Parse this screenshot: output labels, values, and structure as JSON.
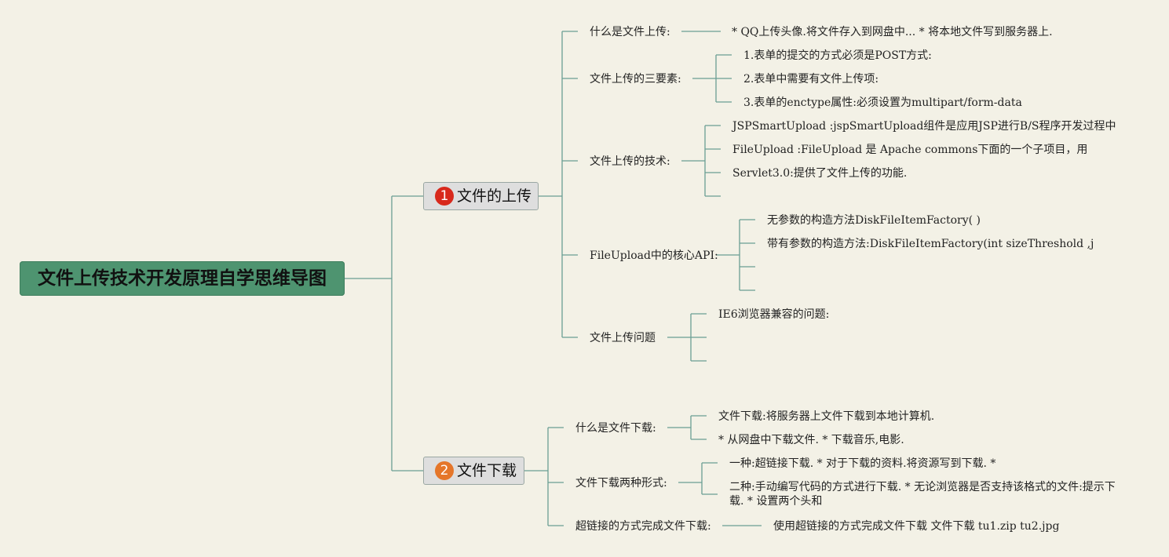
{
  "root": {
    "title": "文件上传技术开发原理自学思维导图"
  },
  "colors": {
    "root_bg": "#4e9470",
    "line": "#6a9e94",
    "badge1": "#d8291c",
    "badge2": "#e5762a",
    "background": "#f3f1e6"
  },
  "branch1": {
    "badge": "1",
    "title": "文件的上传",
    "topics": [
      {
        "label": "什么是文件上传:",
        "children": [
          "* QQ上传头像.将文件存入到网盘中... * 将本地文件写到服务器上."
        ]
      },
      {
        "label": "文件上传的三要素:",
        "children": [
          "1.表单的提交的方式必须是POST方式:",
          "2.表单中需要有文件上传项:",
          "3.表单的enctype属性:必须设置为multipart/form-data"
        ]
      },
      {
        "label": "文件上传的技术:",
        "children": [
          "JSPSmartUpload :jspSmartUpload组件是应用JSP进行B/S程序开发过程中",
          "FileUpload :FileUpload 是 Apache commons下面的一个子项目，用",
          "Servlet3.0:提供了文件上传的功能.",
          ""
        ]
      },
      {
        "label": "FileUpload中的核心API:",
        "children": [
          "无参数的构造方法DiskFileItemFactory( )",
          "带有参数的构造方法:DiskFileItemFactory(int sizeThreshold ,j",
          "",
          ""
        ]
      },
      {
        "label": "文件上传问题",
        "children": [
          "IE6浏览器兼容的问题:",
          "",
          ""
        ]
      }
    ]
  },
  "branch2": {
    "badge": "2",
    "title": "文件下载",
    "topics": [
      {
        "label": "什么是文件下载:",
        "children": [
          "文件下载:将服务器上文件下载到本地计算机.",
          "* 从网盘中下载文件. * 下载音乐,电影."
        ]
      },
      {
        "label": "文件下载两种形式:",
        "children": [
          "一种:超链接下载. * 对于下载的资料.将资源写到下载. *",
          "二种:手动编写代码的方式进行下载. * 无论浏览器是否支持该格式的文件:提示下载. * 设置两个头和"
        ]
      },
      {
        "label": "超链接的方式完成文件下载:",
        "children": [
          "使用超链接的方式完成文件下载 文件下载 tu1.zip tu2.jpg"
        ]
      }
    ]
  }
}
